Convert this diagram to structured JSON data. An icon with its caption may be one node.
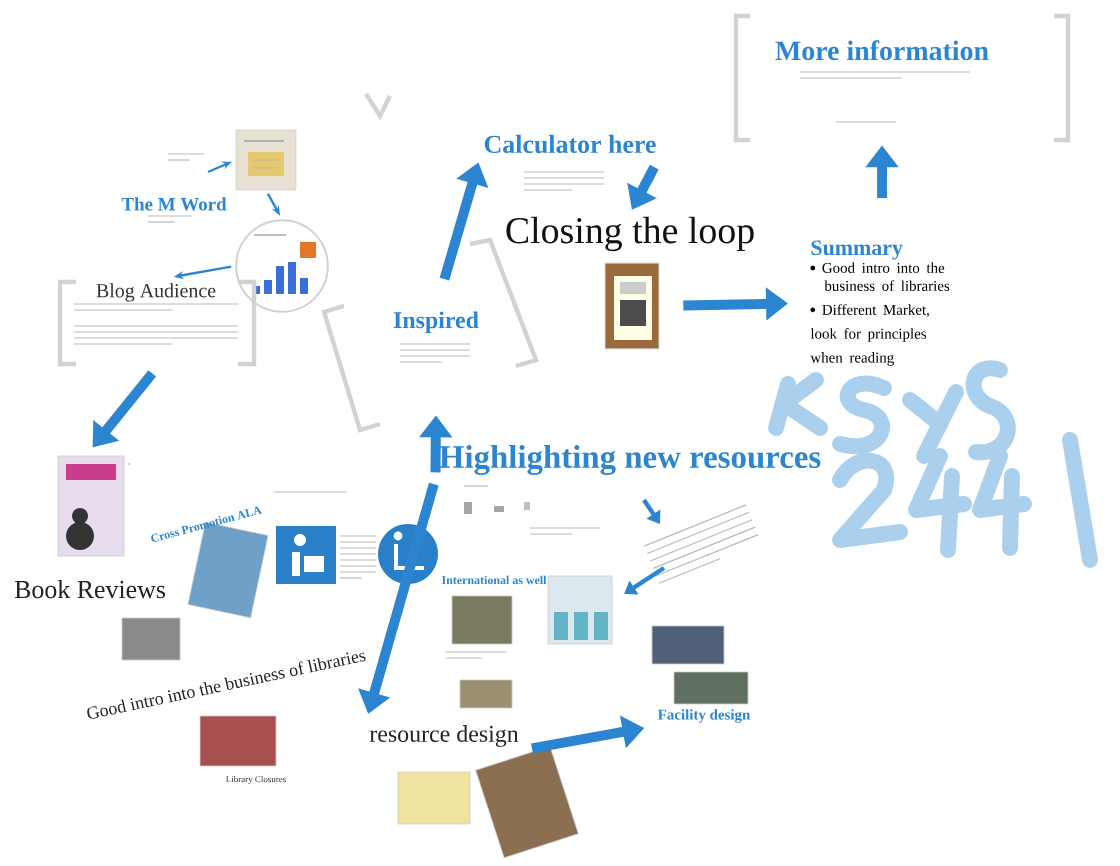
{
  "diagram": {
    "nodes": [
      {
        "text": [],
        "shape": "picture"
      },
      {
        "text": [],
        "shape": "picture"
      },
      {
        "text": [
          "Blog Audience"
        ]
      },
      {
        "text": [
          "Book Reviews"
        ]
      },
      {
        "text": [
          "Inspired"
        ]
      },
      {
        "text": [
          "Calculator here"
        ]
      },
      {
        "text": [
          "Closing the loop"
        ]
      },
      {
        "text": [],
        "shape": "picture"
      },
      {
        "text": [
          "Summary",
          "Good intro into the business of libraries",
          "Different Market, look for principles when reading"
        ]
      },
      {
        "text": [
          "More information"
        ]
      },
      {
        "text": [
          "Highlighting new resources"
        ]
      },
      {
        "text": [
          "resource design"
        ]
      },
      {
        "text": [
          "Facility design"
        ]
      }
    ],
    "edges": [
      {
        "from": null,
        "to": 0,
        "arrow": "to"
      },
      {
        "from": 0,
        "to": 1,
        "arrow": "to"
      },
      {
        "from": 1,
        "to": 2,
        "arrow": "to"
      },
      {
        "from": 2,
        "to": 3,
        "arrow": "to"
      },
      {
        "from": 10,
        "to": 4,
        "arrow": "to"
      },
      {
        "from": 4,
        "to": 5,
        "arrow": "to"
      },
      {
        "from": 5,
        "to": 6,
        "arrow": "to"
      },
      {
        "from": 7,
        "to": 8,
        "arrow": "to"
      },
      {
        "from": 8,
        "to": 9,
        "arrow": "to"
      },
      {
        "from": 10,
        "to": 11,
        "arrow": "to"
      },
      {
        "from": 11,
        "to": 12,
        "arrow": "to"
      }
    ],
    "labels": [
      "The M Word",
      "Cross Promotion ALA",
      "International as well",
      "Good intro into the business of libraries",
      "Library Closures"
    ]
  }
}
